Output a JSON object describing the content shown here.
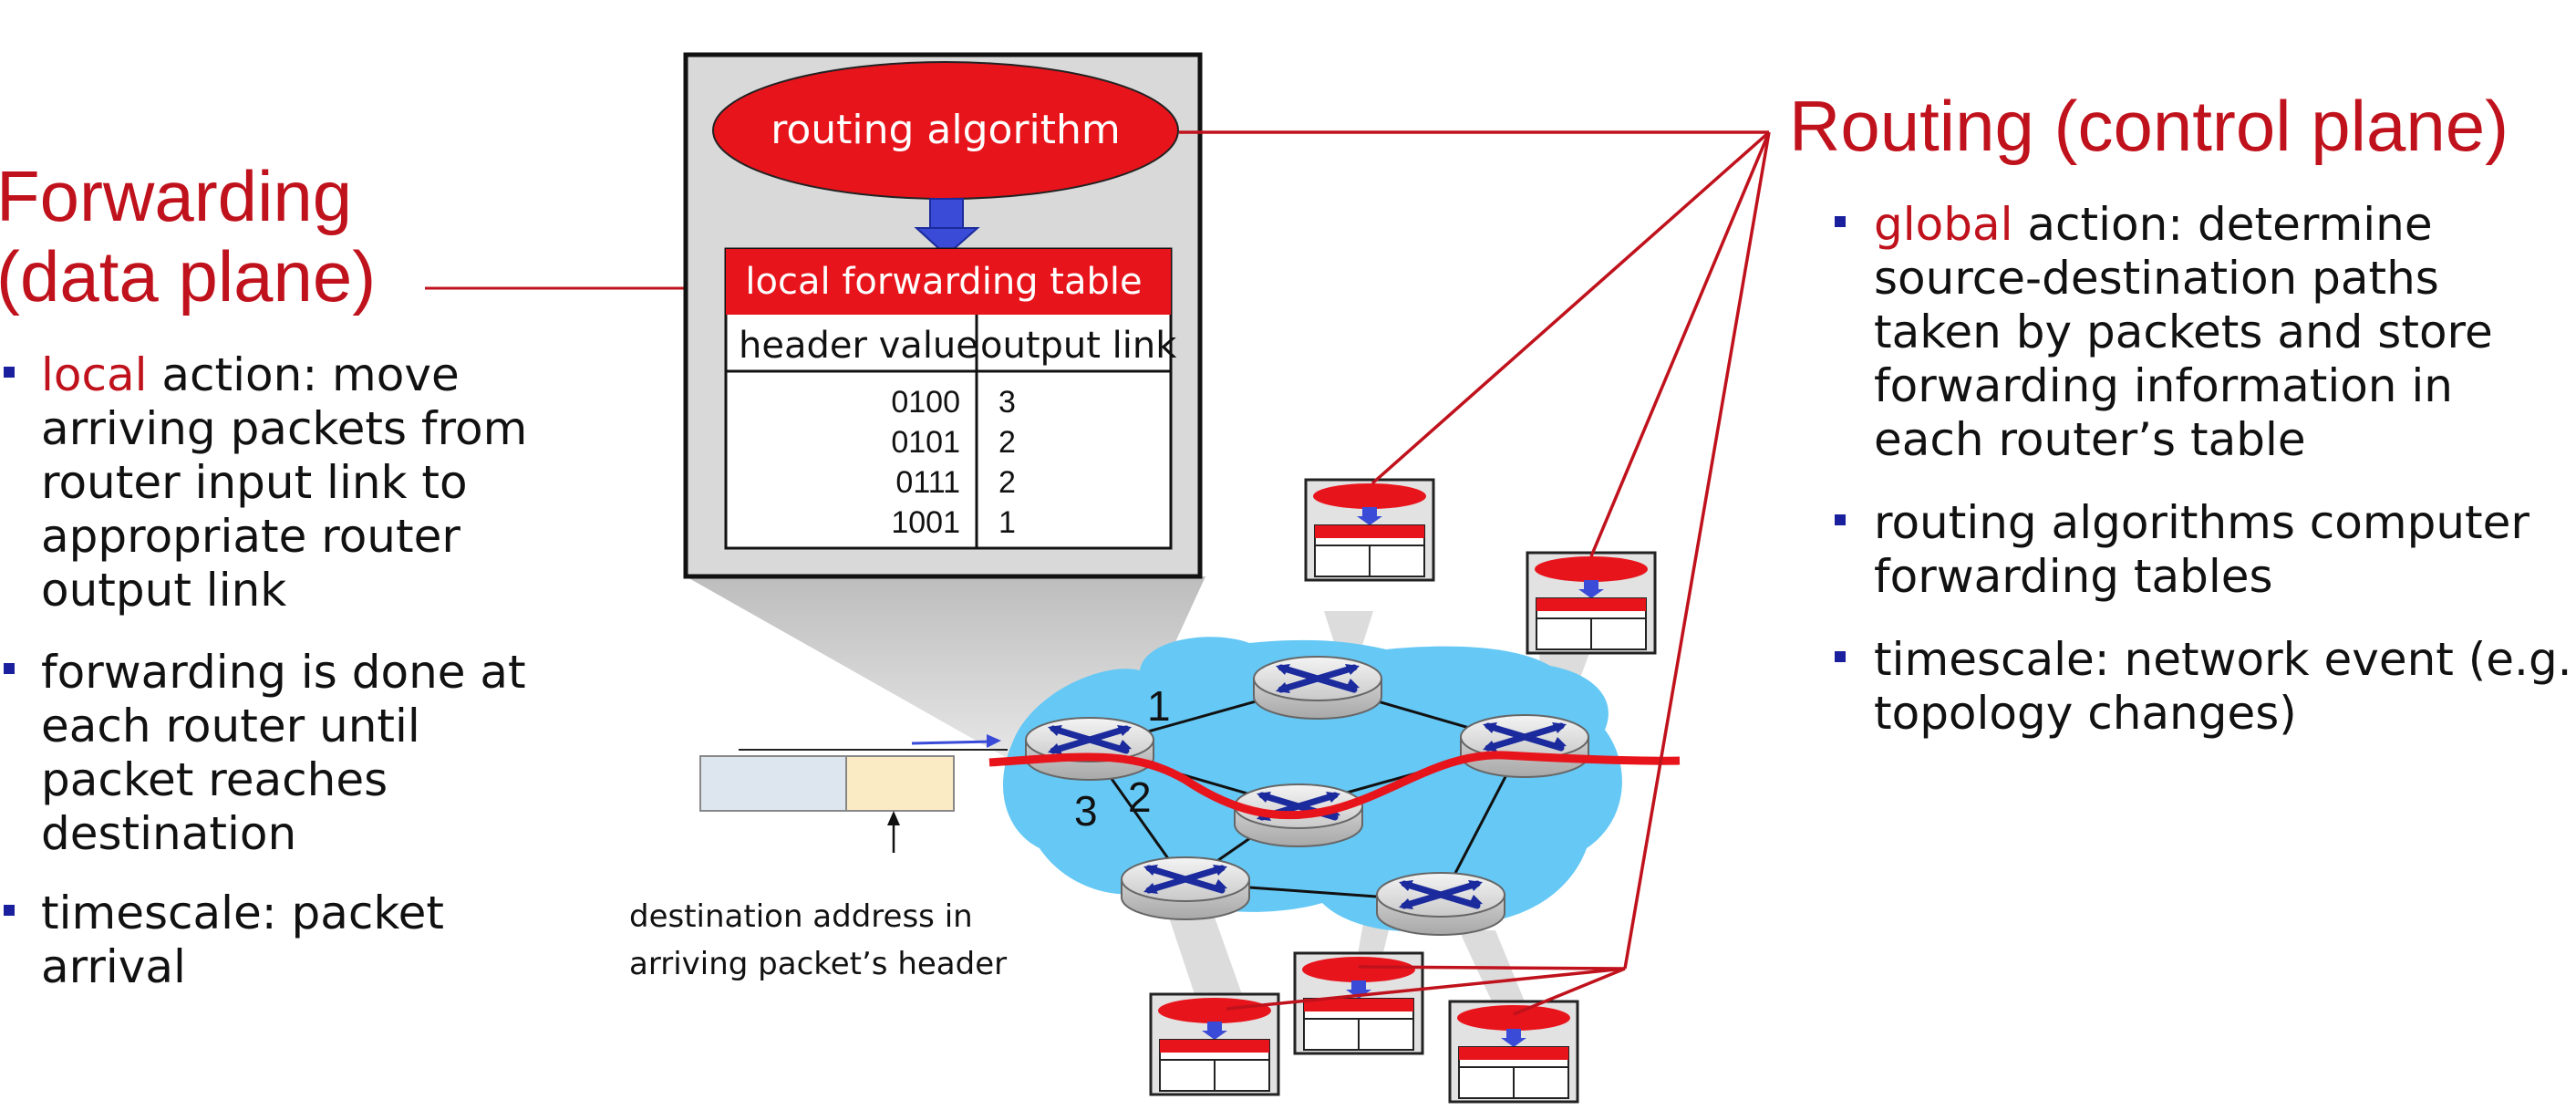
{
  "forwarding": {
    "title_line1": "Forwarding",
    "title_line2": "(data plane)",
    "bullets": [
      {
        "highlight": "local",
        "lines": [
          " action: move",
          "arriving packets from",
          "router input link to",
          "appropriate router",
          "output link"
        ]
      },
      {
        "highlight": "",
        "lines": [
          "forwarding is done at",
          "each router until",
          "packet reaches",
          "destination"
        ]
      },
      {
        "highlight": "",
        "lines": [
          "timescale: packet",
          "arrival"
        ]
      }
    ]
  },
  "routing": {
    "title": "Routing (control plane)",
    "bullets": [
      {
        "highlight": "global",
        "lines": [
          " action: determine",
          "source-destination paths",
          "taken by packets and store",
          "forwarding information in",
          "each router’s table"
        ]
      },
      {
        "highlight": "",
        "lines": [
          "routing algorithms computer",
          "forwarding tables"
        ]
      },
      {
        "highlight": "",
        "lines": [
          "timescale: network event (e.g.",
          "topology changes)"
        ]
      }
    ]
  },
  "router_box": {
    "algorithm_label": "routing algorithm",
    "table_title": "local forwarding table",
    "col_header": "header value",
    "col_output": "output link",
    "rows": [
      {
        "header": "0100",
        "link": "3"
      },
      {
        "header": "0101",
        "link": "2"
      },
      {
        "header": "0111",
        "link": "2"
      },
      {
        "header": "1001",
        "link": "1"
      }
    ]
  },
  "packet_caption_line1": "destination address in",
  "packet_caption_line2": "arriving packet’s header",
  "port_labels": {
    "p1": "1",
    "p2": "2",
    "p3": "3"
  },
  "colors": {
    "red": "#c0121c",
    "bright_red": "#e8141b",
    "cloud": "#66c8f5",
    "bullet_blue": "#1a1f9e",
    "router_x": "#1b2a9c",
    "arrow": "#3a4bd8"
  }
}
